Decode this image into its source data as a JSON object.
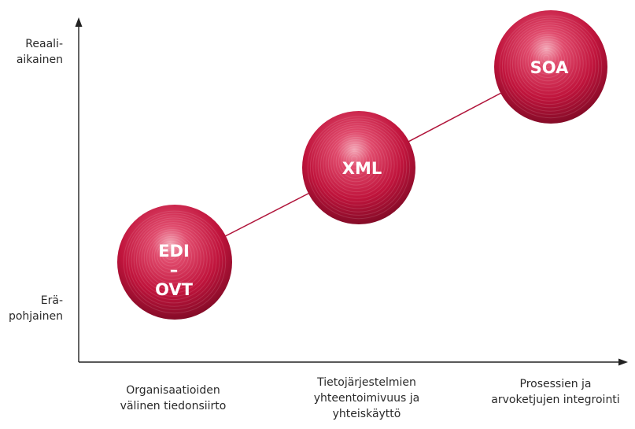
{
  "axis": {
    "y_top_label": "Reaali-\naikainen",
    "y_bottom_label": "Erä-\npohjainen"
  },
  "columns": [
    {
      "label": "Organisaatioiden\nvälinen tiedonsiirto"
    },
    {
      "label": "Tietojärjestelmien\nyhteentoimivuus ja\nyhteiskäyttö"
    },
    {
      "label": "Prosessien ja\narvoketjujen integrointi"
    }
  ],
  "spheres": [
    {
      "lines": [
        "EDI",
        "–",
        "OVT"
      ]
    },
    {
      "lines": [
        "XML"
      ]
    },
    {
      "lines": [
        "SOA"
      ]
    }
  ],
  "colors": {
    "sphere": "#c0143c",
    "sphere_highlight": "#ef8aa0",
    "connector": "#b0143a",
    "axis": "#222222"
  }
}
